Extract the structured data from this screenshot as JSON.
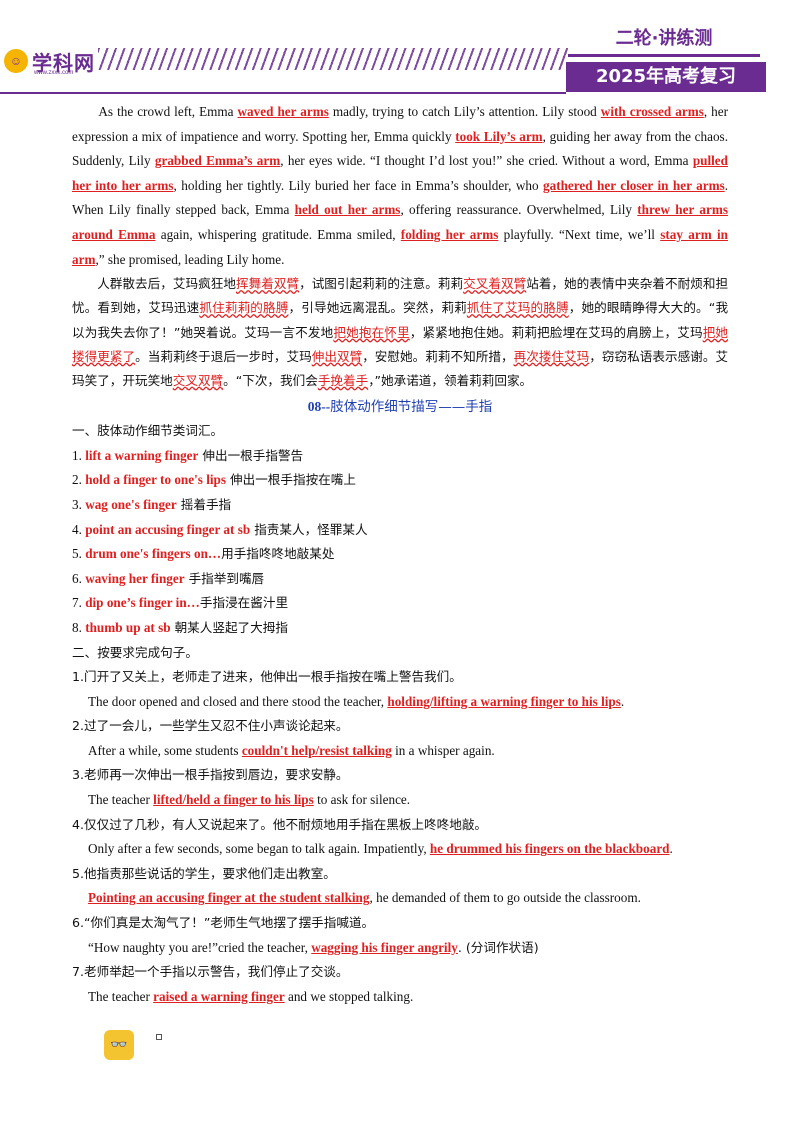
{
  "header": {
    "logo_text": "学科网",
    "logo_url": "www.zxxk.com",
    "title_top": "二轮·讲练测",
    "title_bottom": "2025年高考复习"
  },
  "story_en": [
    {
      "t": "As the crowd left, Emma "
    },
    {
      "a": "waved her arms"
    },
    {
      "t": " madly, trying to catch Lily’s attention. Lily stood "
    },
    {
      "a": "with crossed arms"
    },
    {
      "t": ", her expression a mix of impatience and worry. Spotting her, Emma quickly "
    },
    {
      "a": "took Lily’s arm"
    },
    {
      "t": ", guiding her away from the chaos. Suddenly, Lily "
    },
    {
      "a": "grabbed Emma’s arm"
    },
    {
      "t": ", her eyes wide. “I thought I’d lost you!” she cried. Without a word, Emma "
    },
    {
      "a": "pulled her into her arms"
    },
    {
      "t": ", holding her tightly. Lily buried her face in Emma’s shoulder, who "
    },
    {
      "a": "gathered her closer in her arms"
    },
    {
      "t": ". When Lily finally stepped back, Emma "
    },
    {
      "a": "held out her arms"
    },
    {
      "t": ", offering reassurance. Overwhelmed, Lily "
    },
    {
      "a": "threw her arms around Emma"
    },
    {
      "t": " again, whispering gratitude. Emma smiled, "
    },
    {
      "a": "folding her arms"
    },
    {
      "t": " playfully. “Next time, we’ll "
    },
    {
      "a": "stay arm in arm"
    },
    {
      "t": ",” she promised, leading Lily home."
    }
  ],
  "story_cn": [
    {
      "t": "人群散去后，艾玛疯狂地"
    },
    {
      "a": "挥舞着双臂"
    },
    {
      "t": "，试图引起莉莉的注意。莉莉"
    },
    {
      "a": "交叉着双臂"
    },
    {
      "t": "站着，她的表情中夹杂着不耐烦和担忧。看到她，艾玛迅速"
    },
    {
      "a": "抓住莉莉的胳膊"
    },
    {
      "t": "，引导她远离混乱。突然，莉莉"
    },
    {
      "a": "抓住了艾玛的胳膊"
    },
    {
      "t": "，她的眼睛睁得大大的。“我以为我失去你了！”她哭着说。艾玛一言不发地"
    },
    {
      "a": "把她抱在怀里"
    },
    {
      "t": "，紧紧地抱住她。莉莉把脸埋在艾玛的肩膀上，艾玛"
    },
    {
      "a": "把她搂得更紧了"
    },
    {
      "t": "。当莉莉终于退后一步时，艾玛"
    },
    {
      "a": "伸出双臂"
    },
    {
      "t": "，安慰她。莉莉不知所措，"
    },
    {
      "a": "再次搂住艾玛"
    },
    {
      "t": "，窃窃私语表示感谢。艾玛笑了，开玩笑地"
    },
    {
      "a": "交叉双臂"
    },
    {
      "t": "。“下次，我们会"
    },
    {
      "a": "手挽着手"
    },
    {
      "t": "，”她承诺道，领着莉莉回家。"
    }
  ],
  "section": {
    "title_num": "08--",
    "title_text": "肢体动作细节描写——手指",
    "part1_heading": "一、肢体动作细节类词汇。",
    "vocab": [
      {
        "num": "1.",
        "en": "lift a warning finger",
        "cn": " 伸出一根手指警告"
      },
      {
        "num": "2.",
        "en": "hold a finger to one's lips",
        "cn": " 伸出一根手指按在嘴上"
      },
      {
        "num": "3.",
        "en": "wag one's finger",
        "cn": " 摇着手指"
      },
      {
        "num": "4.",
        "en": "point an accusing finger at sb",
        "cn": " 指责某人，怪罪某人"
      },
      {
        "num": "5.",
        "en": "drum one's fingers on…",
        "cn": "用手指咚咚地敲某处"
      },
      {
        "num": "6.",
        "en": "waving her finger",
        "cn": " 手指举到嘴唇"
      },
      {
        "num": "7.",
        "en": "dip one’s finger in…",
        "cn": "手指浸在酱汁里"
      },
      {
        "num": "8.",
        "en": "thumb up at sb",
        "cn": " 朝某人竖起了大拇指"
      }
    ],
    "part2_heading": "二、按要求完成句子。",
    "sentences": [
      {
        "q": "1.门开了又关上，老师走了进来，他伸出一根手指按在嘴上警告我们。",
        "parts": [
          {
            "t": "The door opened and closed and there stood the teacher, "
          },
          {
            "a": "holding/lifting a warning finger to his lips"
          },
          {
            "t": "."
          }
        ]
      },
      {
        "q": "2.过了一会儿，一些学生又忍不住小声谈论起来。",
        "parts": [
          {
            "t": "After a while, some students "
          },
          {
            "a": "couldn't help/resist talking"
          },
          {
            "t": " in a whisper again."
          }
        ]
      },
      {
        "q": "3.老师再一次伸出一根手指按到唇边，要求安静。",
        "parts": [
          {
            "t": "The teacher "
          },
          {
            "a": "lifted/held a finger to his lips"
          },
          {
            "t": " to ask for silence."
          }
        ]
      },
      {
        "q": "4.仅仅过了几秒，有人又说起来了。他不耐烦地用手指在黑板上咚咚地敲。",
        "parts": [
          {
            "t": "Only after a few seconds, some began to talk again. Impatiently, "
          },
          {
            "a": "he drummed his fingers on the blackboard"
          },
          {
            "t": "."
          }
        ]
      },
      {
        "q": "5.他指责那些说话的学生，要求他们走出教室。",
        "parts": [
          {
            "a": "Pointing an accusing finger at the student stalking"
          },
          {
            "t": ", he demanded of them to go outside the classroom."
          }
        ]
      },
      {
        "q": "6.“你们真是太淘气了！”老师生气地摆了摆手指喊道。",
        "parts": [
          {
            "t": "“How naughty you are!”cried the teacher, "
          },
          {
            "a": "wagging his finger angrily"
          },
          {
            "t": ". (分词作状语)"
          }
        ]
      },
      {
        "q": "7.老师举起一个手指以示警告，我们停止了交谈。",
        "parts": [
          {
            "t": "The teacher  "
          },
          {
            "a": "raised a warning finger"
          },
          {
            "t": " and we stopped talking."
          }
        ]
      }
    ]
  }
}
